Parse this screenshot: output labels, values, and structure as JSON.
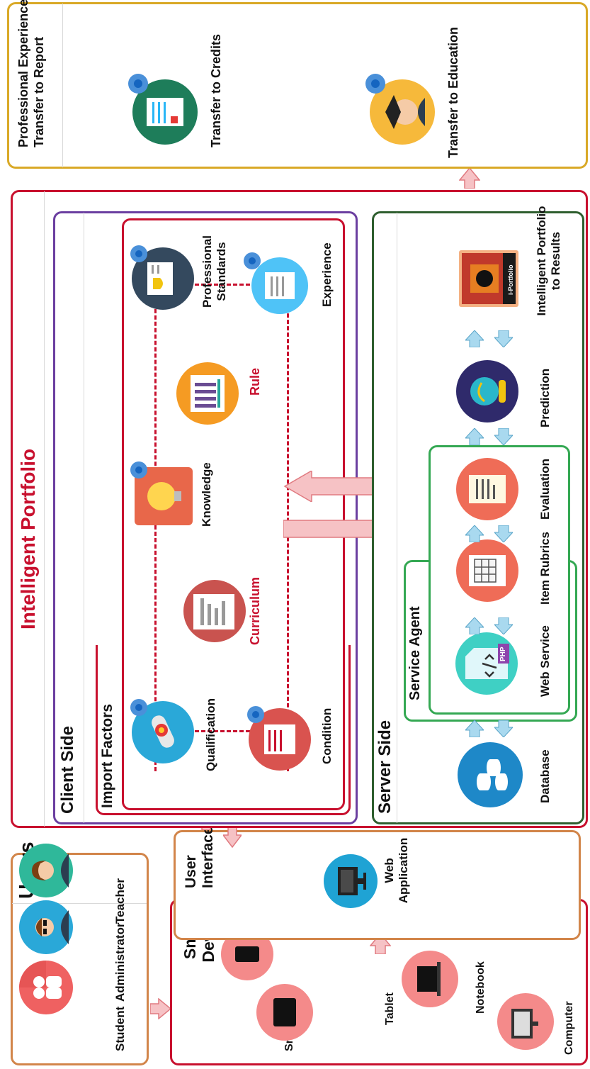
{
  "users": {
    "title": "Users",
    "student": "Student",
    "administrator": "Administrator",
    "teacher": "Teacher"
  },
  "smart_device": {
    "title_line1": "Smart",
    "title_line2": "Device",
    "smartphone": "Smartphone",
    "tablet": "Tablet",
    "notebook": "Notebook",
    "computer": "Computer"
  },
  "user_interface": {
    "title_line1": "User",
    "title_line2": "Interface",
    "app_line1": "Web",
    "app_line2": "Application"
  },
  "intelligent_portfolio": {
    "title": "Intelligent  Portfolio",
    "client_side": {
      "title": "Client Side",
      "import_factors": "Import Factors",
      "qualification": "Qualification",
      "condition": "Condition",
      "curriculum": "Curriculum",
      "knowledge": "Knowledge",
      "rule": "Rule",
      "professional_standards_line1": "Professional",
      "professional_standards_line2": "Standards",
      "experience": "Experience"
    },
    "server_side": {
      "title": "Server Side",
      "service_agent": "Service Agent",
      "database": "Database",
      "web_service": "Web Service",
      "item_rubrics": "Item Rubrics",
      "evaluation": "Evaluation",
      "prediction": "Prediction",
      "ip_results_line1": "Intelligent Portfolio",
      "ip_results_line2": "to Results",
      "php_tag": "PHP",
      "iportfolio_tag": "i-Portfolio"
    }
  },
  "transfer": {
    "title_line1": "Professional Experience",
    "title_line2": "Transfer to Report",
    "credits": "Transfer to Credits",
    "education": "Transfer to Education"
  },
  "colors": {
    "red": "#c8102e",
    "orange": "#d2854a",
    "gold": "#d9a927",
    "purple": "#6b3fa0",
    "green": "#2e7d32",
    "bright_green": "#34a853",
    "pink_arrow": "#f6c2c5",
    "blue_arrow": "#a9d9ef"
  }
}
